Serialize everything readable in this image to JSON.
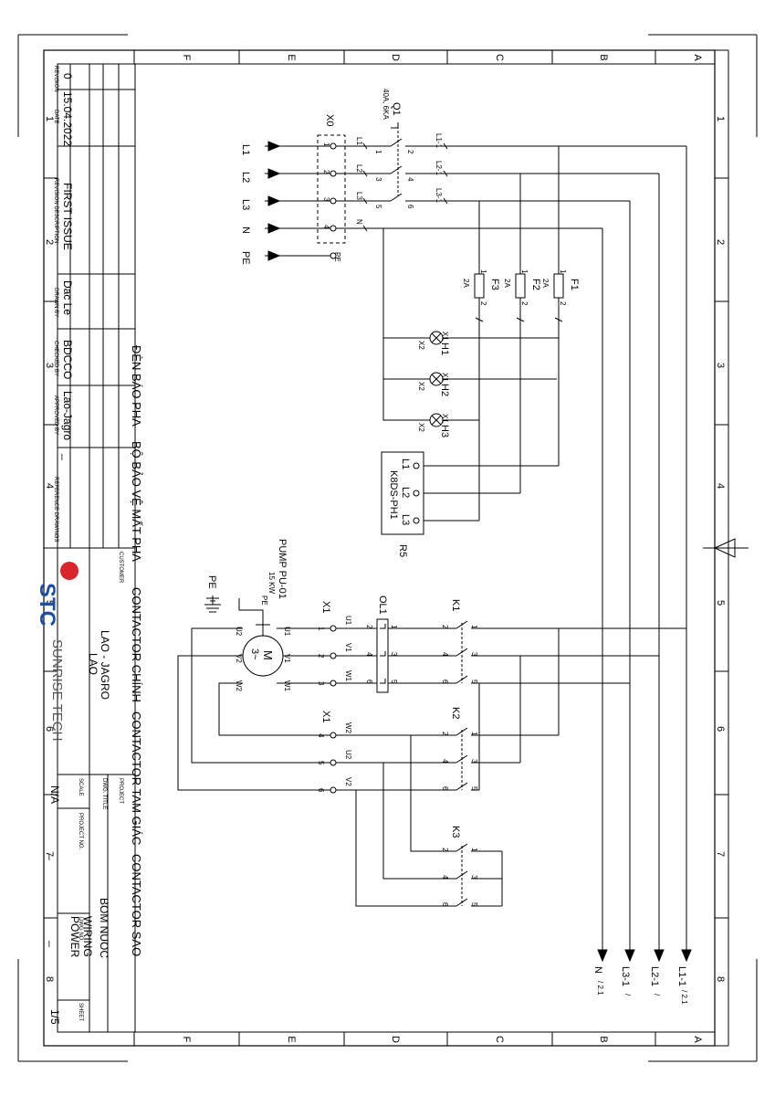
{
  "frame": {
    "zones_letters": [
      "F",
      "E",
      "D",
      "C",
      "B",
      "A"
    ],
    "zones_numbers": [
      "1",
      "2",
      "3",
      "4",
      "5",
      "6",
      "7",
      "8"
    ]
  },
  "title_block": {
    "revision_rows": [
      {
        "rev": "0",
        "date": "15.04.2022",
        "description": "FIRST ISSUE",
        "drawn_by": "Dac Le",
        "checked_by": "BDCCO",
        "approved_by": "Lao-Jagro",
        "reference": "_"
      }
    ],
    "headers": {
      "revision": "REVISION",
      "date": "DATE",
      "revision_description": "REVISION DESCRIPTION",
      "drawn_by": "DRAWN BY",
      "checked_by": "CHECKED BY",
      "approved_by": "APPROVED BY",
      "reference_drawings": "REFERENCE DRAWINGS",
      "customer": "CUSTOMER",
      "project": "PROJECT",
      "dwg_title": "DWG. TITLE",
      "scale": "SCALE",
      "project_no": "PROJECT NO.",
      "dwg_no": "DWG NO.",
      "sheet": "SHEET"
    },
    "logo_text": "STC",
    "company": "SUNRISE TECH",
    "customer_line1": "LAO - JAGRO",
    "customer_line2": "LAO",
    "project": "BOM NUOC",
    "dwg_title_line1": "WIRING",
    "dwg_title_line2": "POWER",
    "scale": "N/A",
    "project_no": "_",
    "dwg_no": "_",
    "sheet": "1/5"
  },
  "section_labels": {
    "phase_lamps": "ĐÈN BÁO PHA",
    "phase_loss_relay": "BỘ BẢO VỆ MẤT PHA",
    "main_contactor": "CONTACTOR CHÍNH",
    "delta_contactor": "CONTACTOR TAM GIÁC",
    "star_contactor": "CONTACTOR SAO"
  },
  "supply": {
    "terminal_block": "X0",
    "lines": [
      "L1",
      "L2",
      "L3",
      "N",
      "PE"
    ],
    "terminals": [
      "1",
      "2",
      "3",
      "4",
      "PE"
    ]
  },
  "breaker": {
    "tag": "Q1",
    "rating": "40A, 6KA",
    "pins_in": [
      "1",
      "3",
      "5"
    ],
    "pins_out": [
      "2",
      "4",
      "6"
    ],
    "wire_in": [
      "L1",
      "L2",
      "L3",
      "N"
    ],
    "wire_out": [
      "L1-1",
      "L2-1",
      "L3-1"
    ]
  },
  "fuses": [
    {
      "tag": "F1",
      "rating": "2A"
    },
    {
      "tag": "F2",
      "rating": "2A"
    },
    {
      "tag": "F3",
      "rating": "2A"
    }
  ],
  "fuse_pin_labels": [
    "1",
    "2"
  ],
  "lamps": [
    {
      "tag": "H1",
      "x1": "X1",
      "x2": "X2"
    },
    {
      "tag": "H2",
      "x1": "X1",
      "x2": "X2"
    },
    {
      "tag": "H3",
      "x1": "X1",
      "x2": "X2"
    }
  ],
  "relay": {
    "tag": "R5",
    "model": "K8DS-PH1",
    "terminals": [
      "L1",
      "L2",
      "L3"
    ]
  },
  "motor": {
    "tag": "PUMP PU-01",
    "power": "15 KW",
    "pe_label": "PE",
    "symbol": "M",
    "symbol2": "3~",
    "terminals": [
      "U1",
      "V1",
      "W1",
      "U2",
      "V2",
      "W2"
    ]
  },
  "pe_ground": "PE",
  "terminal_x1": "X1",
  "overload": {
    "tag": "OL1",
    "pins_in": [
      "2",
      "4",
      "6"
    ],
    "pins_out": [
      "1",
      "3",
      "5"
    ]
  },
  "contactors": [
    {
      "tag": "K1",
      "pins": [
        "1",
        "3",
        "5",
        "2",
        "4",
        "6"
      ]
    },
    {
      "tag": "K2",
      "pins": [
        "1",
        "3",
        "5",
        "2",
        "4",
        "6"
      ]
    },
    {
      "tag": "K3",
      "pins": [
        "1",
        "3",
        "5",
        "2",
        "4",
        "6"
      ]
    }
  ],
  "motor_wires": [
    "U1",
    "V1",
    "W1",
    "W2",
    "U2",
    "V2"
  ],
  "x1_terminals": [
    "1",
    "2",
    "3",
    "4",
    "5",
    "6"
  ],
  "outputs": [
    {
      "label": "N",
      "ref": "/ 2.1"
    },
    {
      "label": "L3-1",
      "ref": "/"
    },
    {
      "label": "L2-1",
      "ref": "/"
    },
    {
      "label": "L1-1",
      "ref": "/ 2.1"
    }
  ]
}
